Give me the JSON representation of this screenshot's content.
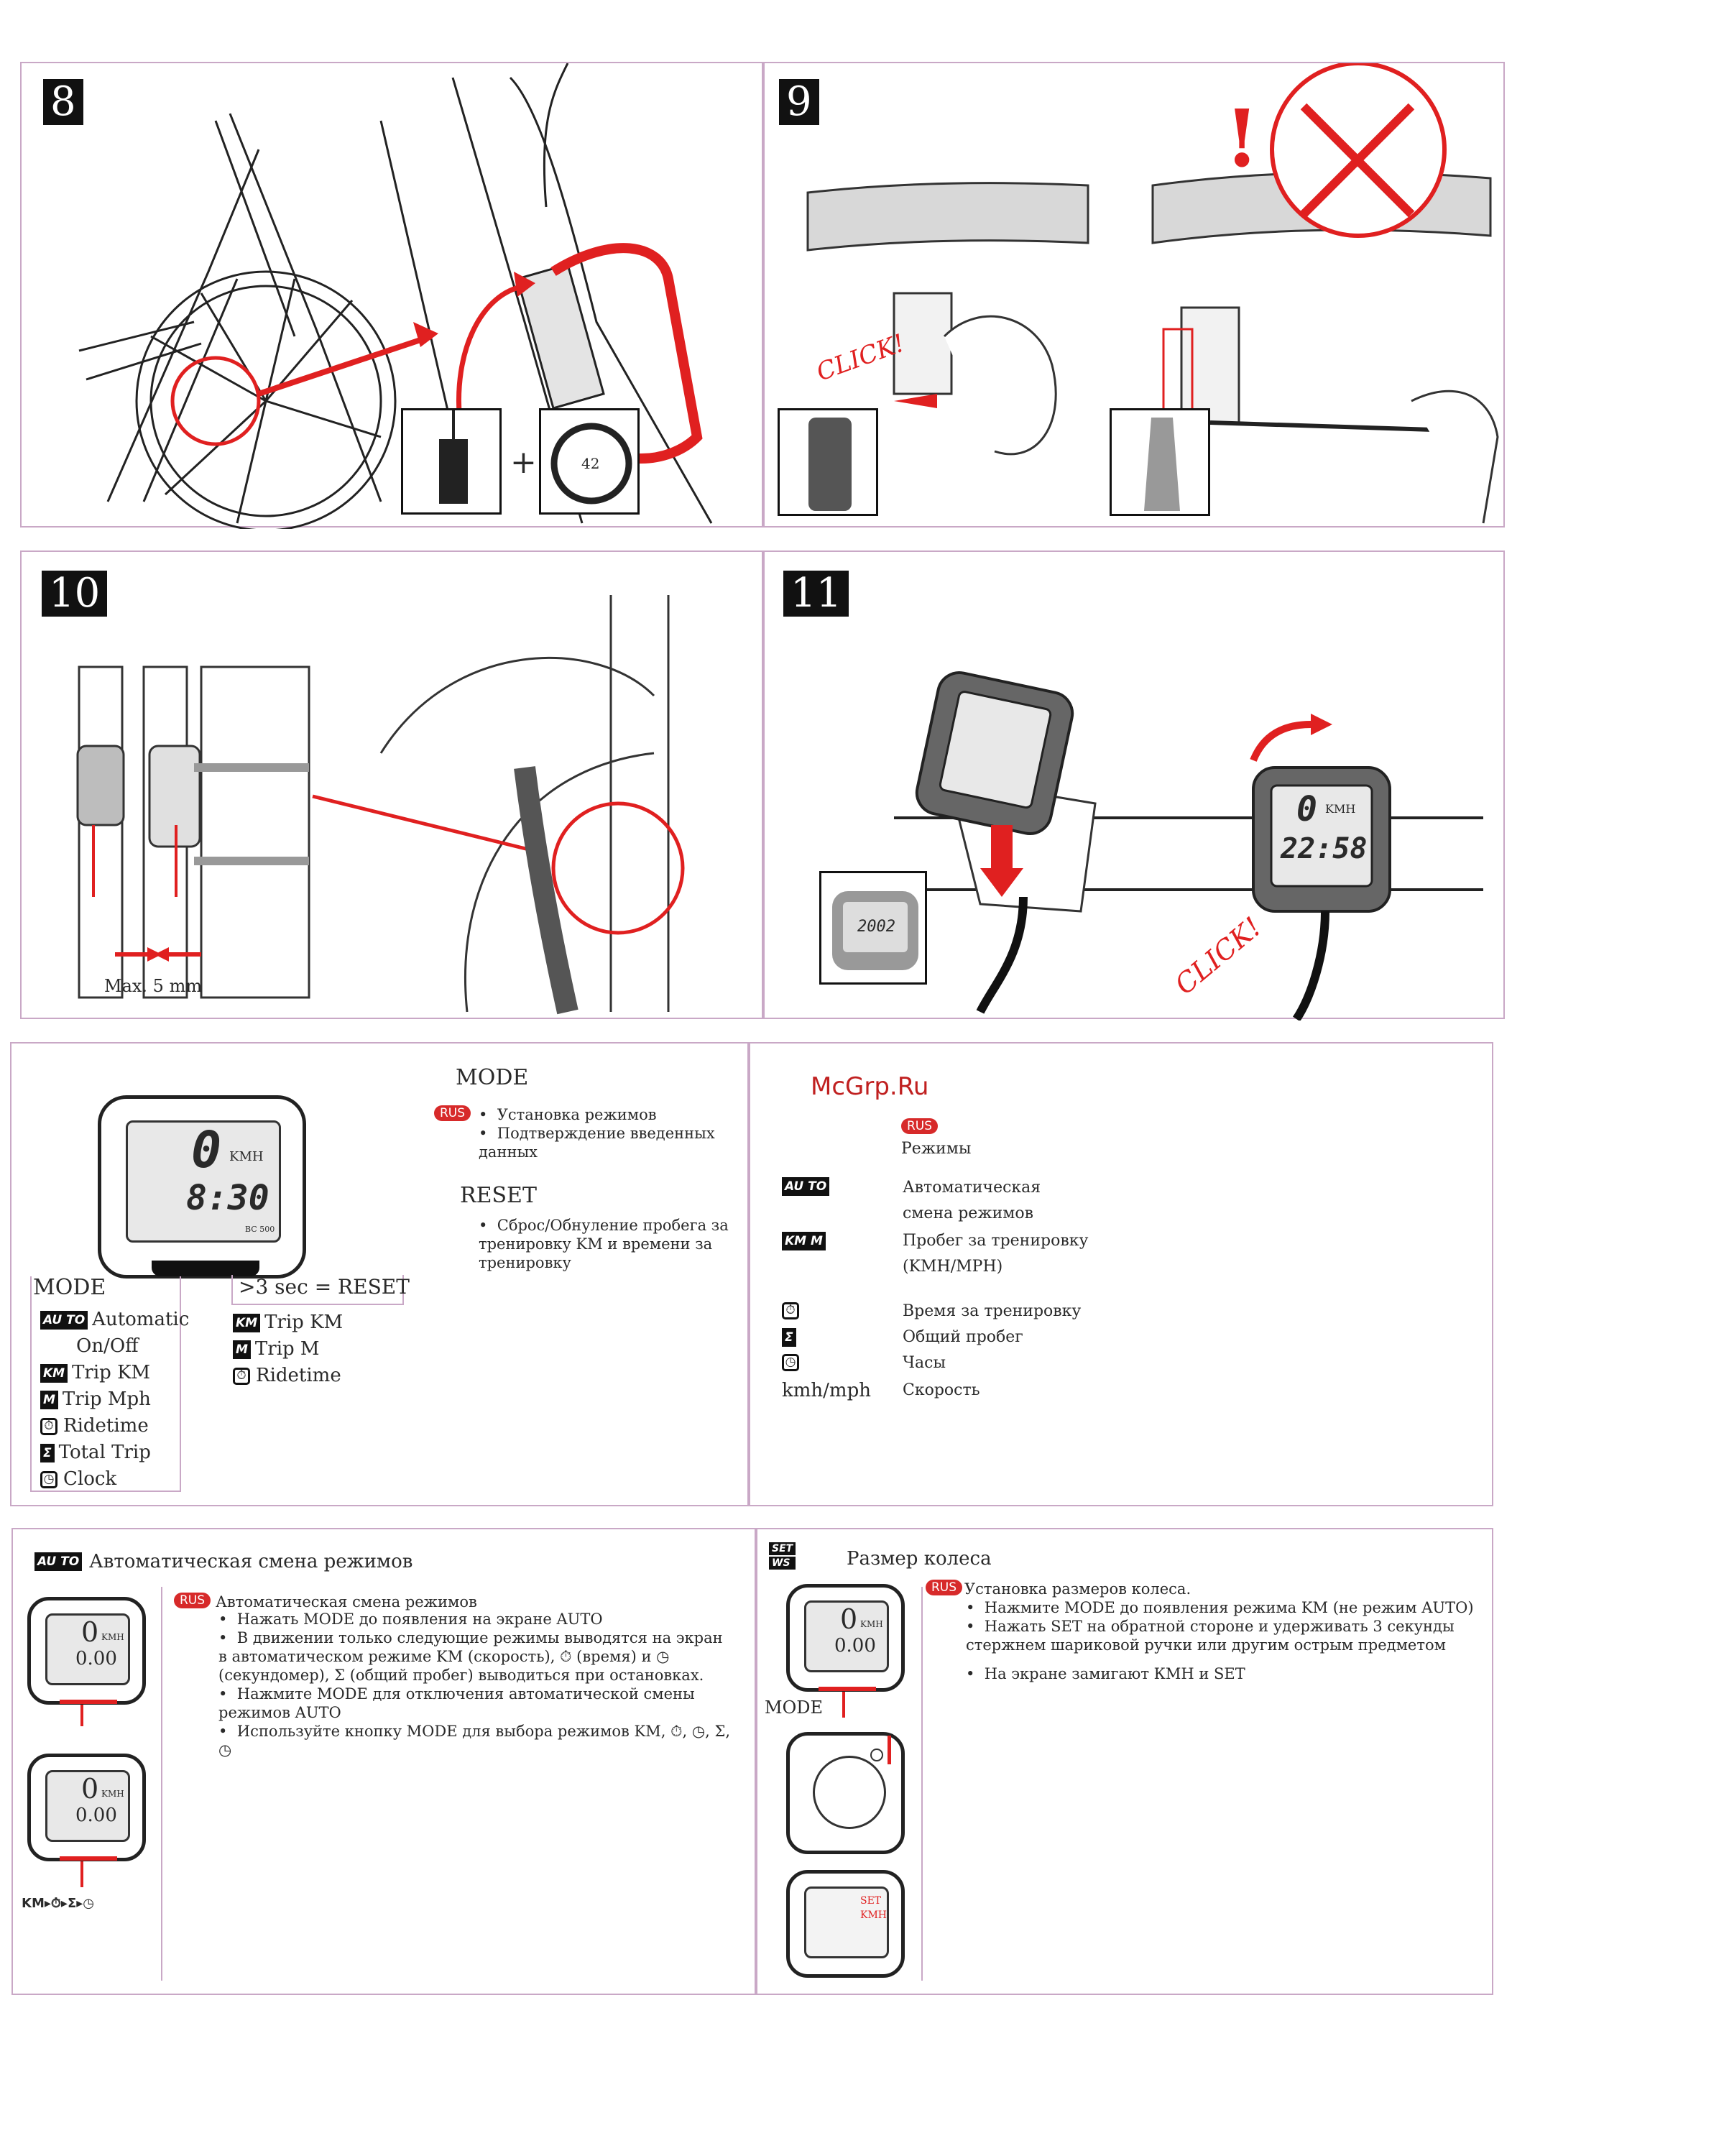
{
  "steps": {
    "s8": "8",
    "s9": "9",
    "s10": "10",
    "s11": "11"
  },
  "step8": {
    "magnet_number": "42",
    "plus": "+"
  },
  "step9": {
    "click_label": "CLICK!",
    "warning_mark": "!"
  },
  "step10": {
    "max_label": "Max. 5 mm"
  },
  "step11": {
    "click_label": "CLICK!",
    "display_speed": "0",
    "display_unit": "KMH",
    "display_time": "22:58",
    "mini_display": "2002"
  },
  "watermark": "McGrp.Ru",
  "mode_panel": {
    "device_speed": "0",
    "device_unit": "KMH",
    "device_time": "8:30",
    "device_model": "BC 500",
    "mode_title": "MODE",
    "rus_badge": "RUS",
    "mode_bullets": [
      "Установка режимов",
      "Подтверждение введенных данных"
    ],
    "reset_title": "RESET",
    "reset_bullet": "Сброс/Обнуление пробега за тренировку KM и времени за тренировку",
    "left_header": "MODE",
    "left_items": [
      {
        "icon": "AU TO",
        "label": "Automatic"
      },
      {
        "icon": "",
        "label": "On/Off"
      },
      {
        "icon": "KM",
        "label": "Trip KM"
      },
      {
        "icon": "M",
        "label": "Trip Mph"
      },
      {
        "icon": "⏱",
        "label": "Ridetime"
      },
      {
        "icon": "Σ",
        "label": "Total Trip"
      },
      {
        "icon": "◷",
        "label": "Clock"
      }
    ],
    "reset_header": ">3 sec = RESET",
    "reset_items": [
      {
        "icon": "KM",
        "label": "Trip KM"
      },
      {
        "icon": "M",
        "label": "Trip M"
      },
      {
        "icon": "⏱",
        "label": "Ridetime"
      }
    ]
  },
  "modes_panel": {
    "rus_badge": "RUS",
    "title": "Режимы",
    "rows": [
      {
        "icon": "AU TO",
        "text": "Автоматическая"
      },
      {
        "icon": "",
        "text": "смена режимов"
      },
      {
        "icon": "KM M",
        "text": "Пробег за тренировку"
      },
      {
        "icon": "",
        "text": "(KMH/MPH)"
      },
      {
        "icon": "⏱",
        "text": "Время за тренировку"
      },
      {
        "icon": "Σ",
        "text": "Общий пробег"
      },
      {
        "icon": "◷",
        "text": "Часы"
      },
      {
        "icon": "kmh/mph",
        "text": "Скорость"
      }
    ]
  },
  "auto_panel": {
    "icon": "AU TO",
    "title": "Автоматическая смена режимов",
    "rus_badge": "RUS",
    "subtitle": "Автоматическая смена режимов",
    "bullets": [
      "Нажать MODE до появления на экране AUTO",
      "В движении только следующие режимы выводятся на экран в автоматическом режиме KM (скорость), ⏱ (время) и ◷ (секундомер), Σ (общий пробег) выводиться при остановках.",
      "Нажмите MODE для отключения автоматической смены режимов AUTO",
      "Используйте кнопку MODE для выбора режимов KM, ⏱, ◷, Σ, ◷"
    ],
    "lcd_speed": "0",
    "lcd_unit": "KMH",
    "lcd_dist": "0.00",
    "sequence": "KM▸⏱▸Σ▸◷"
  },
  "wheel_panel": {
    "icon_top": "SET",
    "icon_bottom": "WS",
    "title": "Размер колеса",
    "rus_badge": "RUS",
    "subtitle": "Установка размеров колеса.",
    "bullets": [
      "Нажмите MODE до появления режима KM (не режим AUTO)",
      "Нажать SET на обратной стороне и удерживать 3 секунды стержнем шариковой ручки или другим острым предметом",
      "На экране замигают КМН и SET"
    ],
    "mode_label": "MODE",
    "lcd_speed": "0",
    "lcd_unit": "KMH",
    "lcd_dist": "0.00",
    "set_label": "SET",
    "kmh_label": "KMH"
  }
}
